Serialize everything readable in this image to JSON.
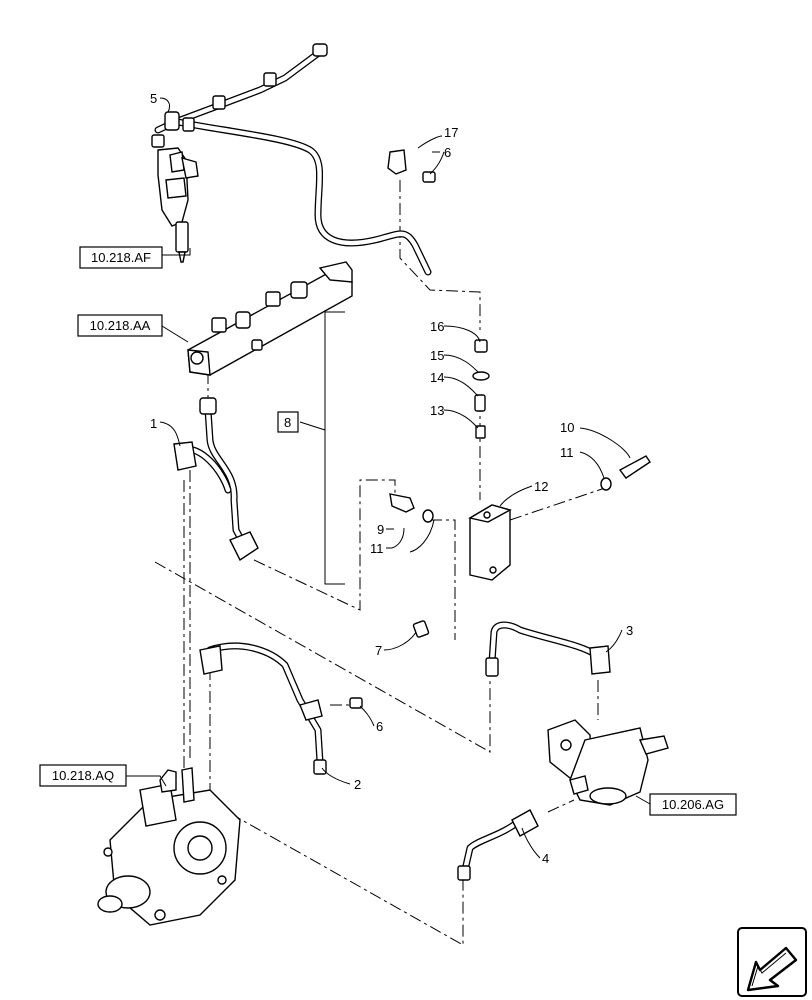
{
  "callouts": {
    "c1": "1",
    "c2": "2",
    "c3": "3",
    "c4": "4",
    "c5": "5",
    "c6a": "6",
    "c6b": "6",
    "c7": "7",
    "c8": "8",
    "c9": "9",
    "c10": "10",
    "c11a": "11",
    "c11b": "11",
    "c12": "12",
    "c13": "13",
    "c14": "14",
    "c15": "15",
    "c16": "16",
    "c17": "17"
  },
  "references": {
    "injector": "10.218.AF",
    "rail": "10.218.AA",
    "pump": "10.218.AQ",
    "filter": "10.206.AG"
  },
  "icons": {
    "corner": "next-page-arrow-icon"
  }
}
